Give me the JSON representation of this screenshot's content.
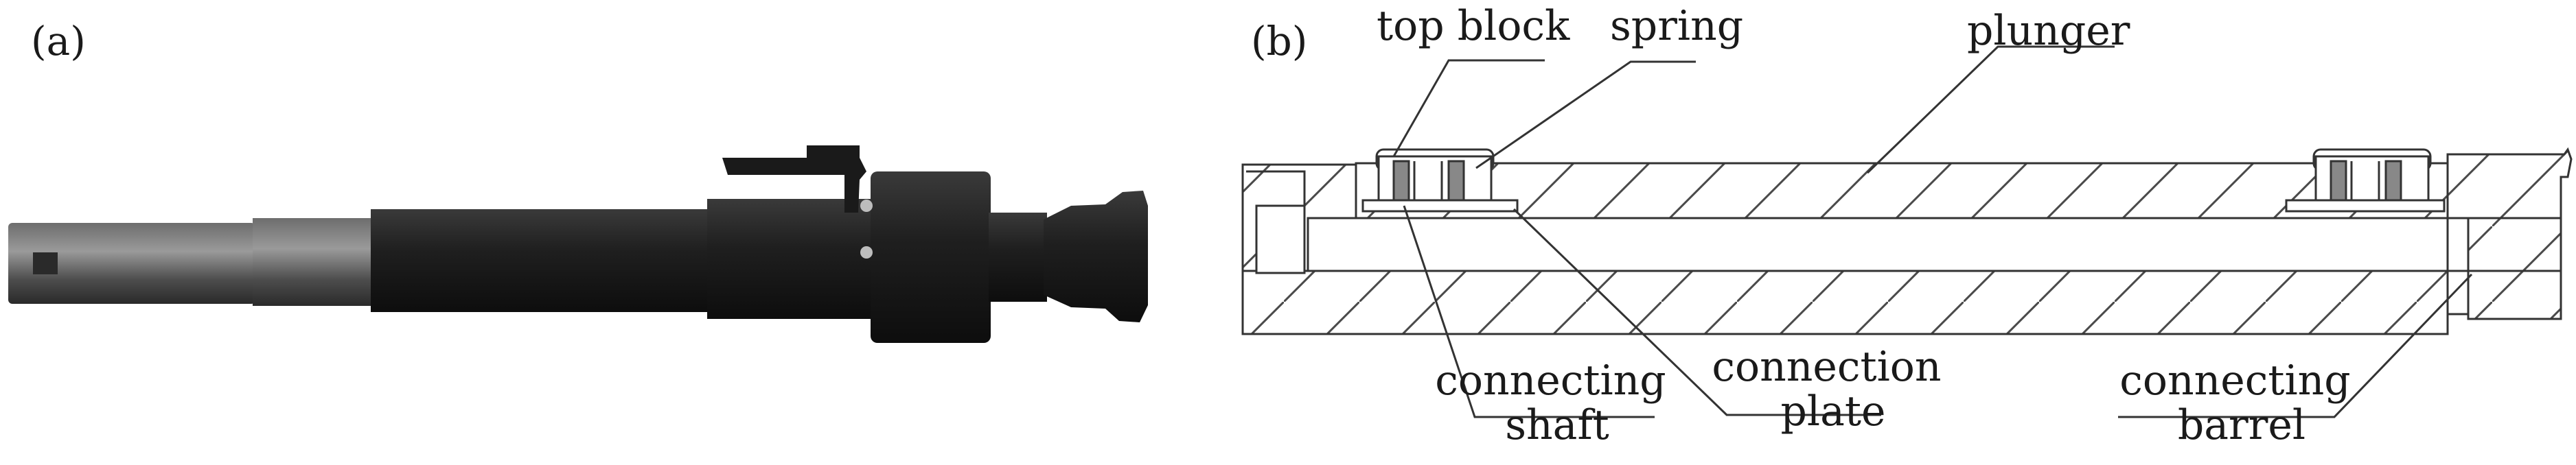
{
  "panels": {
    "a": {
      "label": "(a)"
    },
    "b": {
      "label": "(b)"
    }
  },
  "parts": {
    "top_block": "top block",
    "spring": "spring",
    "plunger": "plunger",
    "connecting_shaft": [
      "connecting",
      "shaft"
    ],
    "connection_plate": [
      "connection",
      "plate"
    ],
    "connecting_barrel": [
      "connecting",
      "barrel"
    ]
  },
  "colors": {
    "tool_body": "#1c1c1c",
    "tool_grey": "#555555",
    "line": "#333333",
    "background": "#ffffff"
  }
}
